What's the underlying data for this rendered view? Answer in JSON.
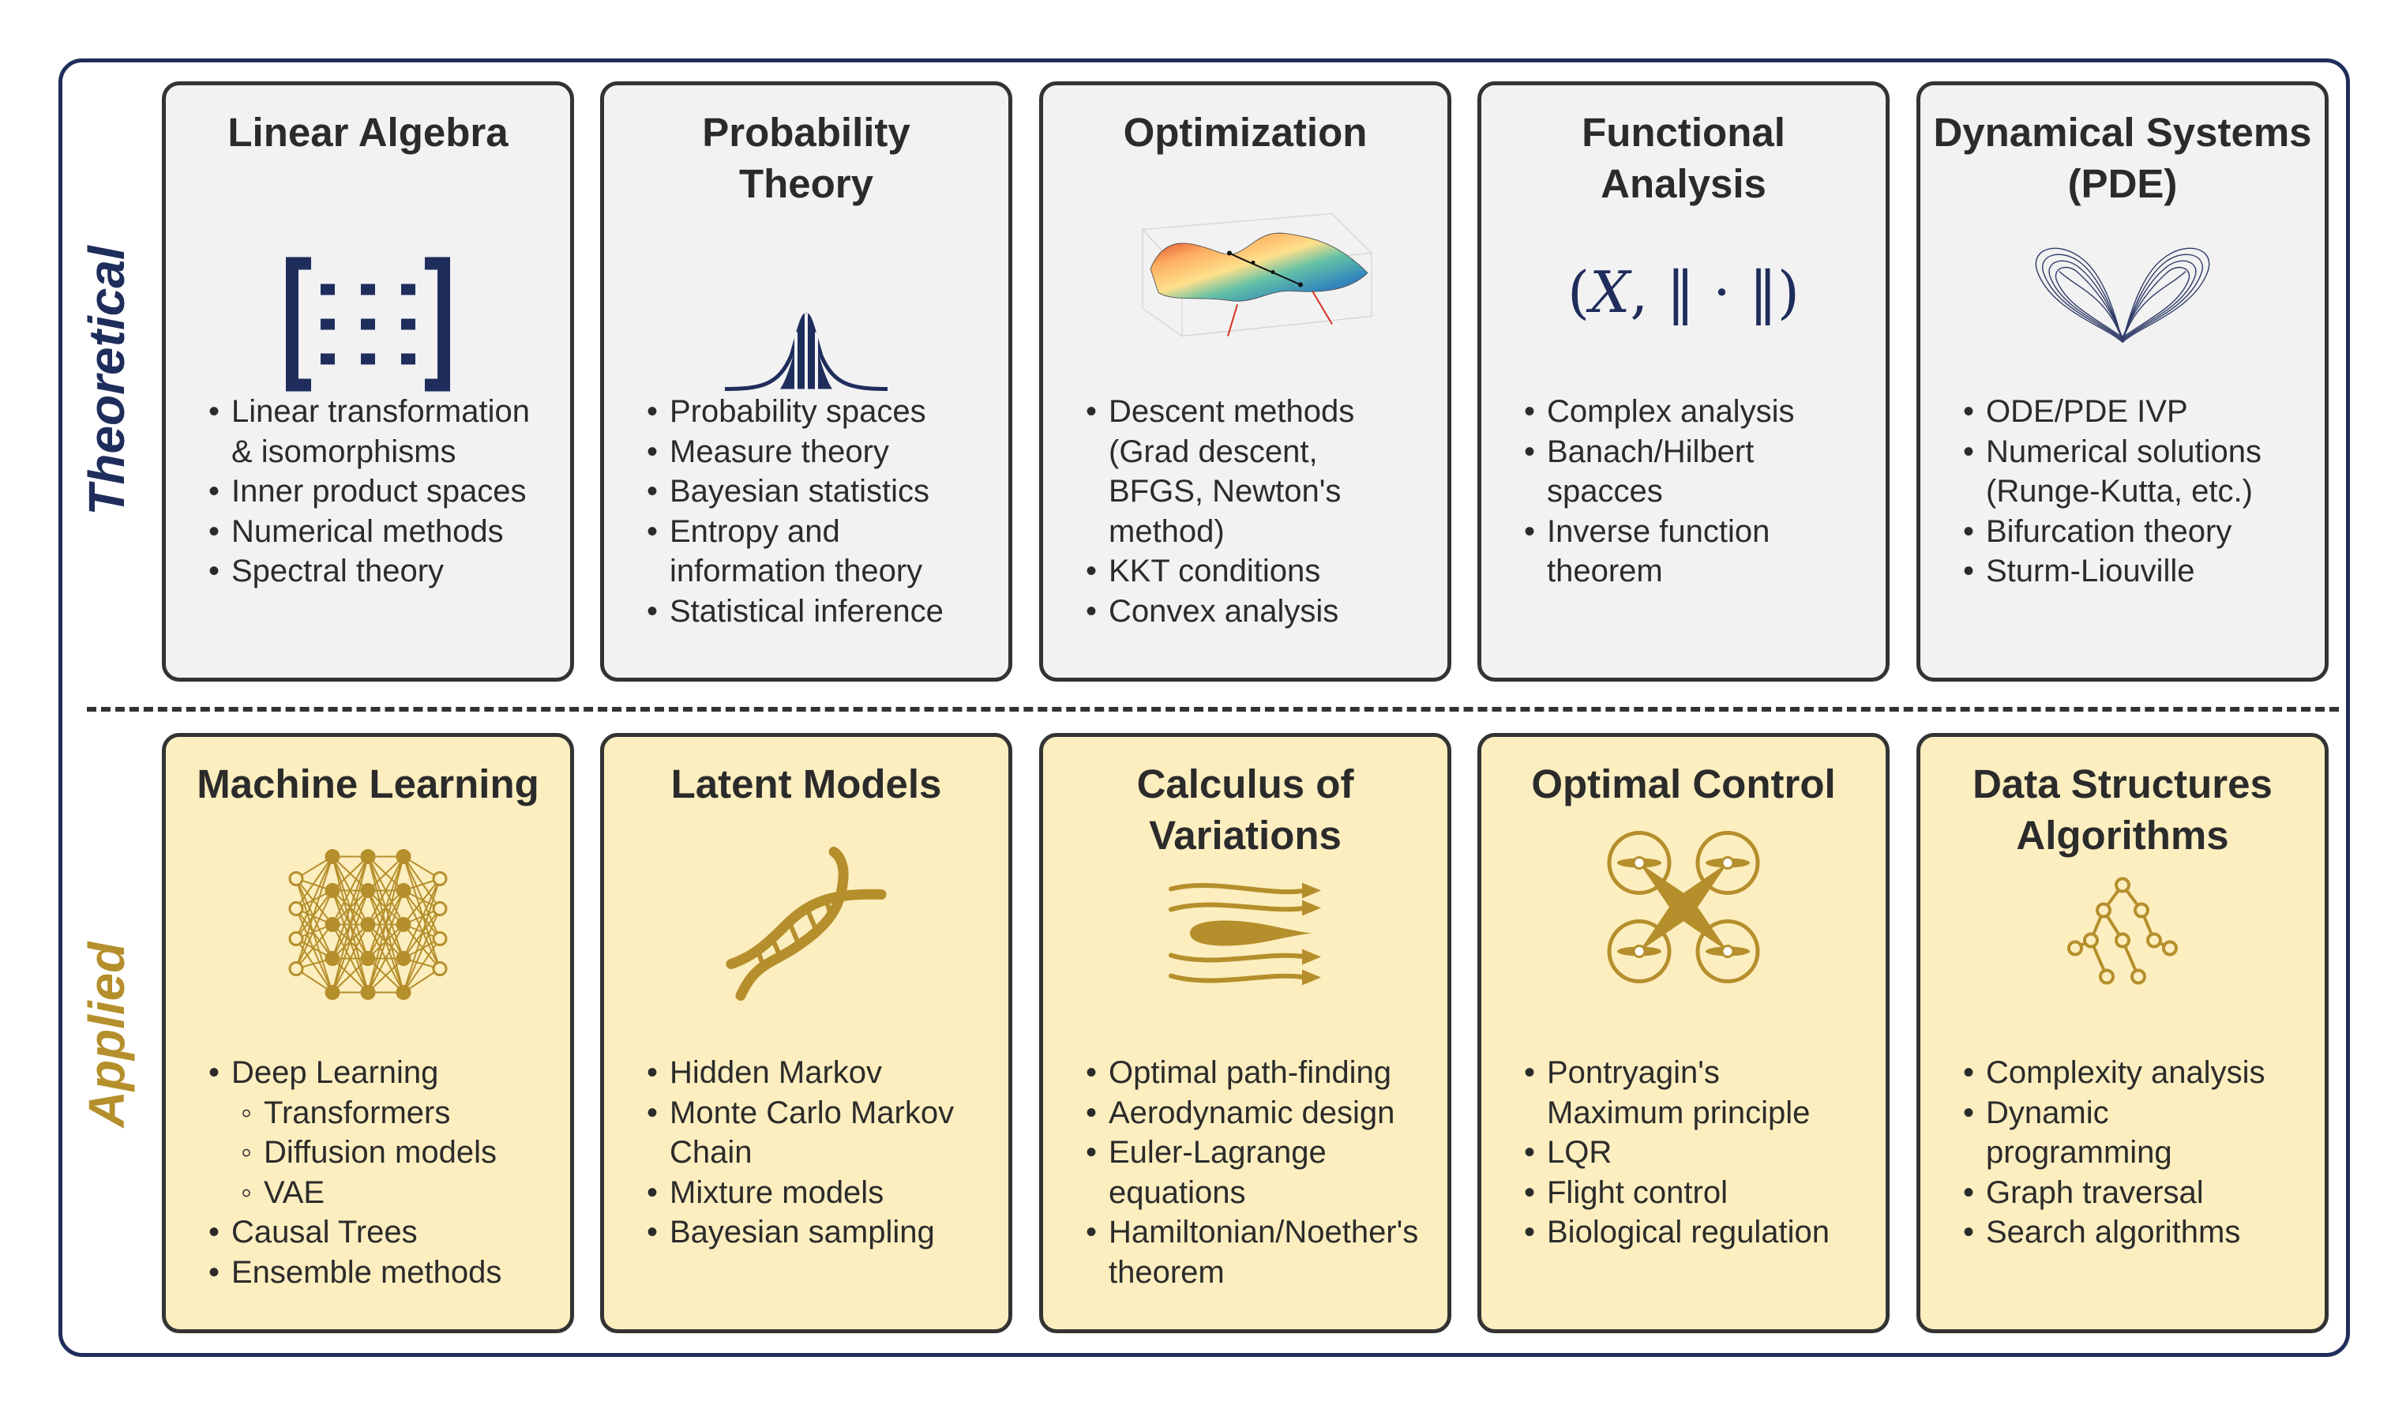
{
  "rows": {
    "theoretical": "Theoretical",
    "applied": "Applied"
  },
  "colors": {
    "navy": "#1f2d5c",
    "gold": "#b58f2c",
    "theoretical_card": "#f2f2f3",
    "applied_card": "#fdeebf"
  },
  "theoretical_cards": [
    {
      "title": "Linear Algebra",
      "icon": "matrix-icon",
      "items": [
        "Linear transformation",
        "& isomorphisms",
        "Inner product spaces",
        "Numerical methods",
        "Spectral theory"
      ]
    },
    {
      "title": "Probability Theory",
      "icon": "bell-curve-icon",
      "items": [
        "Probability spaces",
        "Measure theory",
        "Bayesian statistics",
        "Entropy and",
        "information theory",
        "Statistical inference"
      ]
    },
    {
      "title": "Optimization",
      "icon": "loss-surface-icon",
      "items": [
        "Descent methods",
        "(Grad descent,",
        "BFGS, Newton's",
        "method)",
        "KKT conditions",
        "Convex analysis"
      ]
    },
    {
      "title": "Functional Analysis",
      "icon": "normed-space-icon",
      "math": {
        "open": "(",
        "var": "X",
        "rest": ", ‖ · ‖)"
      },
      "items": [
        "Complex analysis",
        "Banach/Hilbert",
        "spacces",
        "Inverse function",
        "theorem"
      ]
    },
    {
      "title": "Dynamical Systems (PDE)",
      "icon": "lorenz-attractor-icon",
      "items": [
        "ODE/PDE IVP",
        "Numerical solutions",
        "(Runge-Kutta, etc.)",
        "Bifurcation theory",
        "Sturm-Liouville"
      ]
    }
  ],
  "applied_cards": [
    {
      "title": "Machine Learning",
      "icon": "neural-network-icon",
      "items": [
        "Deep Learning",
        "Transformers",
        "Diffusion models",
        "VAE",
        "Causal Trees",
        "Ensemble methods"
      ]
    },
    {
      "title": "Latent Models",
      "icon": "dna-icon",
      "items": [
        "Hidden Markov",
        "Monte Carlo Markov",
        "Chain",
        "Mixture models",
        "Bayesian sampling"
      ]
    },
    {
      "title": "Calculus of Variations",
      "icon": "airfoil-flow-icon",
      "items": [
        "Optimal path-finding",
        "Aerodynamic design",
        "Euler-Lagrange",
        "equations",
        "Hamiltonian/Noether's",
        "theorem"
      ]
    },
    {
      "title": "Optimal Control",
      "icon": "drone-icon",
      "items": [
        "Pontryagin's",
        "Maximum principle",
        "LQR",
        "Flight control",
        "Biological regulation"
      ]
    },
    {
      "title": "Data Structures Algorithms",
      "icon": "tree-graph-icon",
      "items": [
        "Complexity analysis",
        "Dynamic",
        "programming",
        "Graph traversal",
        "Search algorithms"
      ]
    }
  ]
}
